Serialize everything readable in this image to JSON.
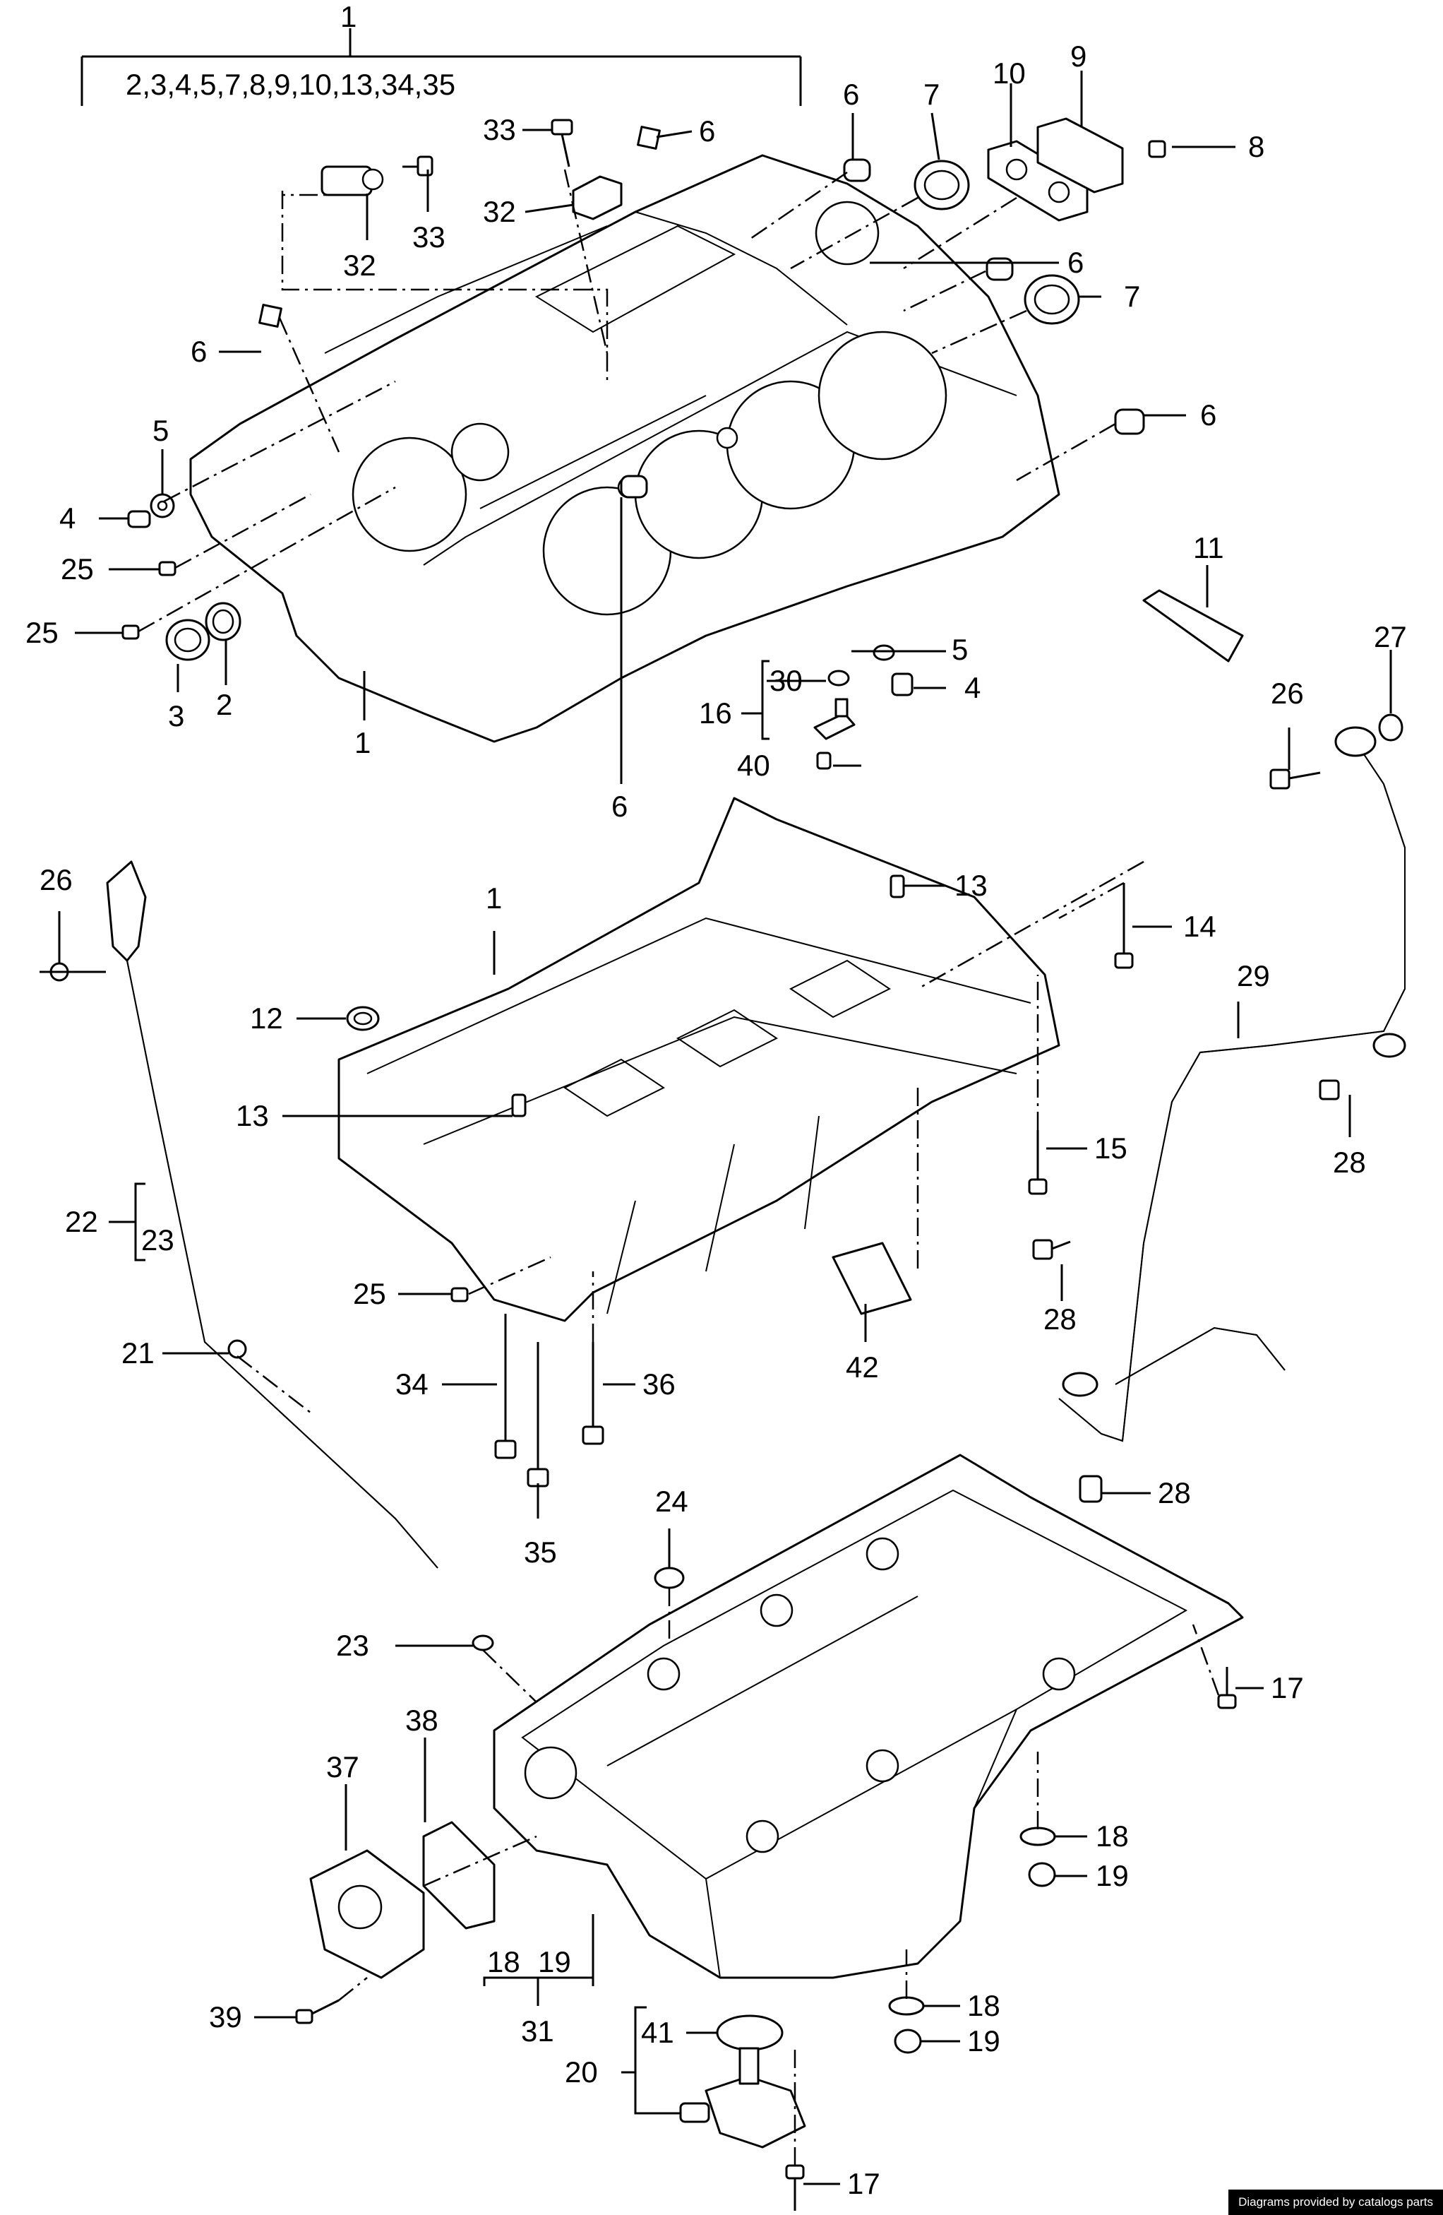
{
  "diagram": {
    "callouts": {
      "c1_top": "1",
      "c1_group": "2,3,4,5,7,8,9,10,13,34,35",
      "c6_a": "6",
      "c6_b": "6",
      "c6_c": "6",
      "c6_d": "6",
      "c6_e": "6",
      "c6_f": "6",
      "c7_a": "7",
      "c7_b": "7",
      "c8": "8",
      "c9": "9",
      "c10": "10",
      "c33_a": "33",
      "c33_b": "33",
      "c32_a": "32",
      "c32_b": "32",
      "c5_a": "5",
      "c5_b": "5",
      "c4_a": "4",
      "c4_b": "4",
      "c25_a": "25",
      "c25_b": "25",
      "c25_c": "25",
      "c3": "3",
      "c2": "2",
      "c1_block": "1",
      "c1_crankcase": "1",
      "c11": "11",
      "c27": "27",
      "c26_a": "26",
      "c26_b": "26",
      "c30": "30",
      "c16": "16",
      "c40": "40",
      "c13_a": "13",
      "c13_b": "13",
      "c14": "14",
      "c15": "15",
      "c12": "12",
      "c29": "29",
      "c28_a": "28",
      "c28_b": "28",
      "c28_c": "28",
      "c22": "22",
      "c23_a": "23",
      "c23_b": "23",
      "c21": "21",
      "c42": "42",
      "c34": "34",
      "c35": "35",
      "c36": "36",
      "c24": "24",
      "c17_a": "17",
      "c17_b": "17",
      "c18_a": "18",
      "c18_b": "18",
      "c18_c": "18",
      "c19_a": "19",
      "c19_b": "19",
      "c19_c": "19",
      "c37": "37",
      "c38": "38",
      "c31": "31",
      "c39": "39",
      "c41": "41",
      "c20": "20"
    },
    "credit": "Diagrams provided by catalogs parts"
  }
}
